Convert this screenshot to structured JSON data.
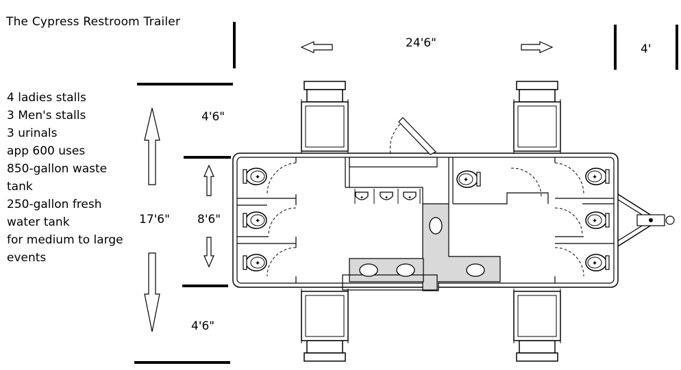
{
  "title": "The Cypress Restroom Trailer",
  "specs": [
    "4 ladies stalls",
    "3 Men's stalls",
    "3 urinals",
    "app 600 uses",
    "850-gallon waste",
    "tank",
    "250-gallon fresh",
    "water tank",
    "for medium to large",
    "events"
  ],
  "dimensions": {
    "length": "24'6\"",
    "hitch_clearance": "4'",
    "top_clearance": "4'6\"",
    "width": "8'6\"",
    "total_width": "17'6\"",
    "bottom_clearance": "4'6\""
  },
  "colors": {
    "line": "#000000",
    "fill_gray": "#d9d9d9",
    "background": "#ffffff"
  }
}
